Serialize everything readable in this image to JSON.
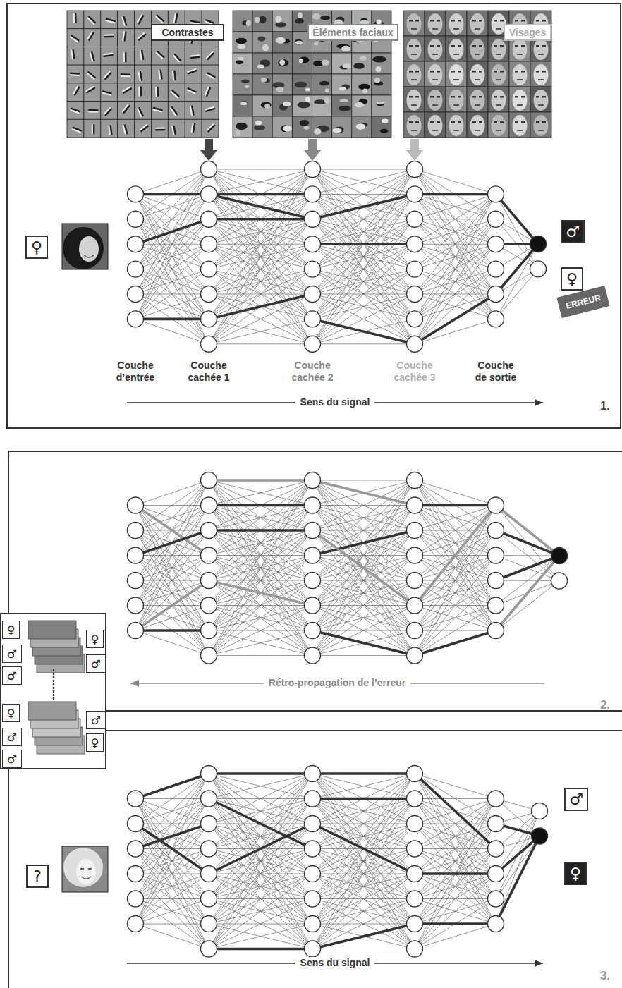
{
  "diagram": {
    "nodes": [
      {
        "text": [
          "Contrastes"
        ]
      },
      {
        "text": [
          "Éléments faciaux"
        ]
      },
      {
        "text": [
          "Visages"
        ]
      },
      {
        "text": [
          "♀"
        ]
      },
      {
        "text": [
          "♂"
        ]
      },
      {
        "text": [
          "♀"
        ]
      },
      {
        "text": [
          "ERREUR"
        ]
      },
      {
        "text": [
          "♀"
        ]
      },
      {
        "text": [
          "♀"
        ]
      },
      {
        "text": [
          "♂"
        ]
      },
      {
        "text": [
          "♂"
        ]
      },
      {
        "text": [
          "♂"
        ]
      },
      {
        "text": [
          "♀"
        ]
      },
      {
        "text": [
          "♂"
        ]
      },
      {
        "text": [
          "♂"
        ]
      },
      {
        "text": [
          "♀"
        ]
      },
      {
        "text": [
          "♂"
        ]
      },
      {
        "text": [
          "?"
        ]
      },
      {
        "text": [
          "♂"
        ]
      },
      {
        "text": [
          "♀"
        ]
      }
    ],
    "labels": [
      "Couche d’entrée",
      "Couche cachée 1",
      "Couche cachée 2",
      "Couche cachée 3",
      "Couche de sortie",
      "Sens du signal",
      "1.",
      "Rétro-propagation de l’erreur",
      "2.",
      "Sens du signal",
      "3."
    ]
  }
}
